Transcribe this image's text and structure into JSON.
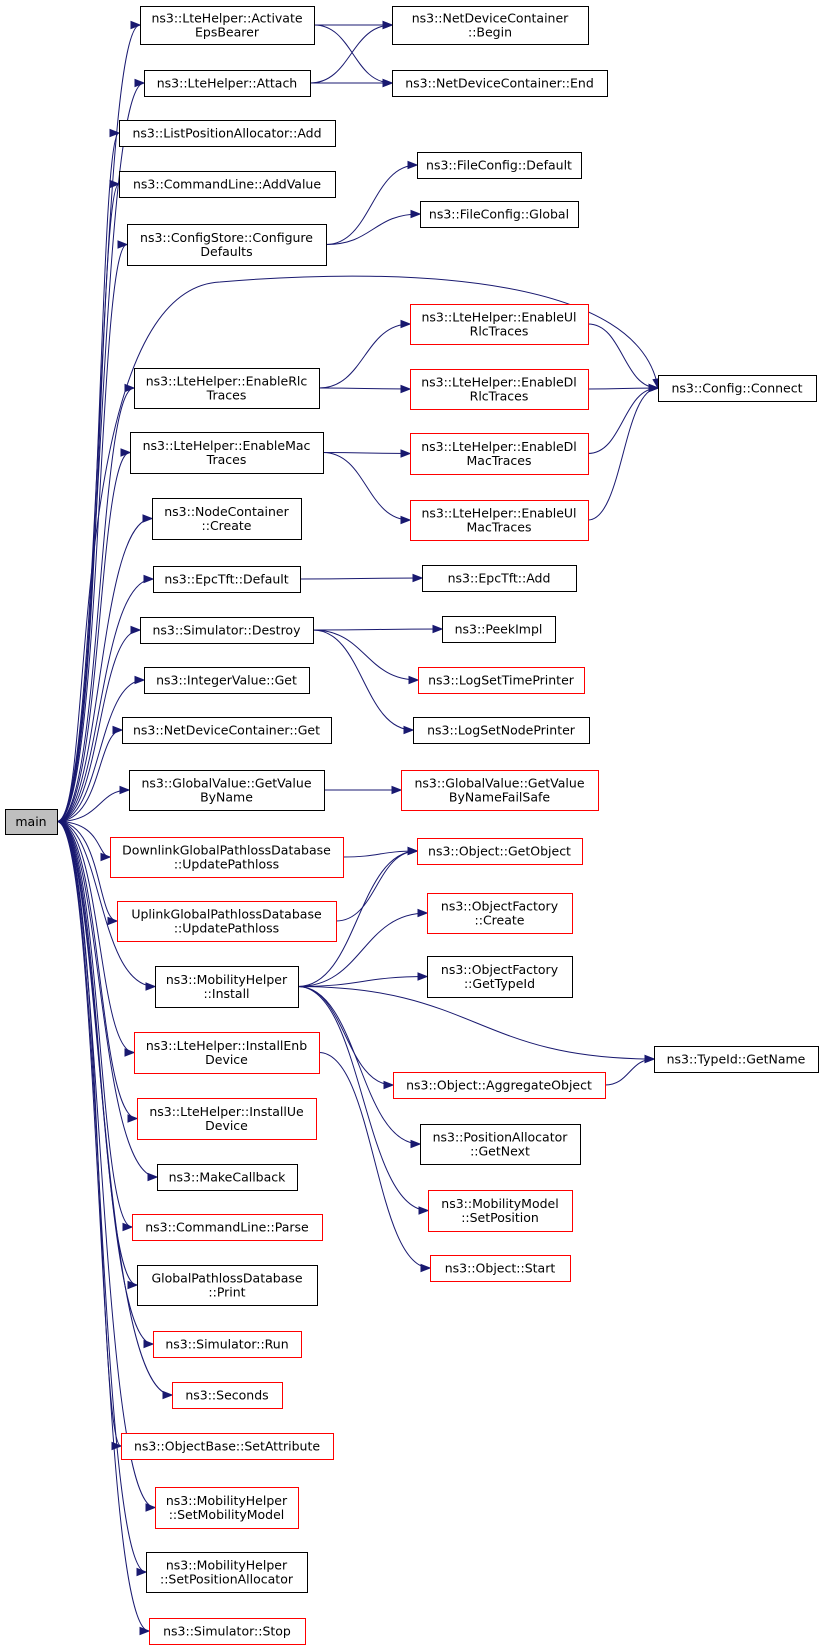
{
  "diagram": {
    "type": "call-graph",
    "colors": {
      "edge": "#191970",
      "border": "#000000",
      "border_linked": "#ff0000",
      "root_fill": "#bfbfbf"
    },
    "nodes": [
      {
        "id": "main",
        "lines": [
          "main"
        ],
        "style": "root"
      },
      {
        "id": "activate",
        "lines": [
          "ns3::LteHelper::Activate",
          "EpsBearer"
        ],
        "style": "black"
      },
      {
        "id": "attach",
        "lines": [
          "ns3::LteHelper::Attach"
        ],
        "style": "black"
      },
      {
        "id": "lpa_add",
        "lines": [
          "ns3::ListPositionAllocator::Add"
        ],
        "style": "black"
      },
      {
        "id": "addvalue",
        "lines": [
          "ns3::CommandLine::AddValue"
        ],
        "style": "black"
      },
      {
        "id": "cfgdefaults",
        "lines": [
          "ns3::ConfigStore::Configure",
          "Defaults"
        ],
        "style": "black"
      },
      {
        "id": "enrlc",
        "lines": [
          "ns3::LteHelper::EnableRlc",
          "Traces"
        ],
        "style": "black"
      },
      {
        "id": "enmac",
        "lines": [
          "ns3::LteHelper::EnableMac",
          "Traces"
        ],
        "style": "black"
      },
      {
        "id": "nc_create",
        "lines": [
          "ns3::NodeContainer",
          "::Create"
        ],
        "style": "black"
      },
      {
        "id": "tft_default",
        "lines": [
          "ns3::EpcTft::Default"
        ],
        "style": "black"
      },
      {
        "id": "sim_destroy",
        "lines": [
          "ns3::Simulator::Destroy"
        ],
        "style": "black"
      },
      {
        "id": "int_get",
        "lines": [
          "ns3::IntegerValue::Get"
        ],
        "style": "black"
      },
      {
        "id": "ndc_get",
        "lines": [
          "ns3::NetDeviceContainer::Get"
        ],
        "style": "black"
      },
      {
        "id": "gv_getbyname",
        "lines": [
          "ns3::GlobalValue::GetValue",
          "ByName"
        ],
        "style": "black"
      },
      {
        "id": "dl_upd",
        "lines": [
          "DownlinkGlobalPathlossDatabase",
          "::UpdatePathloss"
        ],
        "style": "red"
      },
      {
        "id": "ul_upd",
        "lines": [
          "UplinkGlobalPathlossDatabase",
          "::UpdatePathloss"
        ],
        "style": "red"
      },
      {
        "id": "mob_install",
        "lines": [
          "ns3::MobilityHelper",
          "::Install"
        ],
        "style": "black"
      },
      {
        "id": "inst_enb",
        "lines": [
          "ns3::LteHelper::InstallEnb",
          "Device"
        ],
        "style": "red"
      },
      {
        "id": "inst_ue",
        "lines": [
          "ns3::LteHelper::InstallUe",
          "Device"
        ],
        "style": "red"
      },
      {
        "id": "makecb",
        "lines": [
          "ns3::MakeCallback"
        ],
        "style": "black"
      },
      {
        "id": "cl_parse",
        "lines": [
          "ns3::CommandLine::Parse"
        ],
        "style": "red"
      },
      {
        "id": "gpd_print",
        "lines": [
          "GlobalPathlossDatabase",
          "::Print"
        ],
        "style": "black"
      },
      {
        "id": "sim_run",
        "lines": [
          "ns3::Simulator::Run"
        ],
        "style": "red"
      },
      {
        "id": "seconds",
        "lines": [
          "ns3::Seconds"
        ],
        "style": "red"
      },
      {
        "id": "ob_setattr",
        "lines": [
          "ns3::ObjectBase::SetAttribute"
        ],
        "style": "red"
      },
      {
        "id": "mh_setmodel",
        "lines": [
          "ns3::MobilityHelper",
          "::SetMobilityModel"
        ],
        "style": "red"
      },
      {
        "id": "mh_setpos",
        "lines": [
          "ns3::MobilityHelper",
          "::SetPositionAllocator"
        ],
        "style": "black"
      },
      {
        "id": "sim_stop",
        "lines": [
          "ns3::Simulator::Stop"
        ],
        "style": "red"
      },
      {
        "id": "ndc_begin",
        "lines": [
          "ns3::NetDeviceContainer",
          "::Begin"
        ],
        "style": "black"
      },
      {
        "id": "ndc_end",
        "lines": [
          "ns3::NetDeviceContainer::End"
        ],
        "style": "black"
      },
      {
        "id": "fc_default",
        "lines": [
          "ns3::FileConfig::Default"
        ],
        "style": "black"
      },
      {
        "id": "fc_global",
        "lines": [
          "ns3::FileConfig::Global"
        ],
        "style": "black"
      },
      {
        "id": "en_ul_rlc",
        "lines": [
          "ns3::LteHelper::EnableUl",
          "RlcTraces"
        ],
        "style": "red"
      },
      {
        "id": "en_dl_rlc",
        "lines": [
          "ns3::LteHelper::EnableDl",
          "RlcTraces"
        ],
        "style": "red"
      },
      {
        "id": "en_dl_mac",
        "lines": [
          "ns3::LteHelper::EnableDl",
          "MacTraces"
        ],
        "style": "red"
      },
      {
        "id": "en_ul_mac",
        "lines": [
          "ns3::LteHelper::EnableUl",
          "MacTraces"
        ],
        "style": "red"
      },
      {
        "id": "tft_add",
        "lines": [
          "ns3::EpcTft::Add"
        ],
        "style": "black"
      },
      {
        "id": "peekimpl",
        "lines": [
          "ns3::PeekImpl"
        ],
        "style": "black"
      },
      {
        "id": "logtime",
        "lines": [
          "ns3::LogSetTimePrinter"
        ],
        "style": "red"
      },
      {
        "id": "lognode",
        "lines": [
          "ns3::LogSetNodePrinter"
        ],
        "style": "black"
      },
      {
        "id": "gv_failsafe",
        "lines": [
          "ns3::GlobalValue::GetValue",
          "ByNameFailSafe"
        ],
        "style": "red"
      },
      {
        "id": "obj_getobj",
        "lines": [
          "ns3::Object::GetObject"
        ],
        "style": "red"
      },
      {
        "id": "of_create",
        "lines": [
          "ns3::ObjectFactory",
          "::Create"
        ],
        "style": "red"
      },
      {
        "id": "of_gettypeid",
        "lines": [
          "ns3::ObjectFactory",
          "::GetTypeId"
        ],
        "style": "black"
      },
      {
        "id": "obj_aggregate",
        "lines": [
          "ns3::Object::AggregateObject"
        ],
        "style": "red"
      },
      {
        "id": "pa_getnext",
        "lines": [
          "ns3::PositionAllocator",
          "::GetNext"
        ],
        "style": "black"
      },
      {
        "id": "mm_setpos",
        "lines": [
          "ns3::MobilityModel",
          "::SetPosition"
        ],
        "style": "red"
      },
      {
        "id": "obj_start",
        "lines": [
          "ns3::Object::Start"
        ],
        "style": "red"
      },
      {
        "id": "cfg_connect",
        "lines": [
          "ns3::Config::Connect"
        ],
        "style": "black"
      },
      {
        "id": "typeid_getname",
        "lines": [
          "ns3::TypeId::GetName"
        ],
        "style": "black"
      }
    ],
    "edges": [
      [
        "main",
        "activate"
      ],
      [
        "main",
        "attach"
      ],
      [
        "main",
        "lpa_add"
      ],
      [
        "main",
        "addvalue"
      ],
      [
        "main",
        "cfgdefaults"
      ],
      [
        "main",
        "cfg_connect"
      ],
      [
        "main",
        "enrlc"
      ],
      [
        "main",
        "enmac"
      ],
      [
        "main",
        "nc_create"
      ],
      [
        "main",
        "tft_default"
      ],
      [
        "main",
        "sim_destroy"
      ],
      [
        "main",
        "int_get"
      ],
      [
        "main",
        "ndc_get"
      ],
      [
        "main",
        "gv_getbyname"
      ],
      [
        "main",
        "dl_upd"
      ],
      [
        "main",
        "ul_upd"
      ],
      [
        "main",
        "mob_install"
      ],
      [
        "main",
        "inst_enb"
      ],
      [
        "main",
        "inst_ue"
      ],
      [
        "main",
        "makecb"
      ],
      [
        "main",
        "cl_parse"
      ],
      [
        "main",
        "gpd_print"
      ],
      [
        "main",
        "sim_run"
      ],
      [
        "main",
        "seconds"
      ],
      [
        "main",
        "ob_setattr"
      ],
      [
        "main",
        "mh_setmodel"
      ],
      [
        "main",
        "mh_setpos"
      ],
      [
        "main",
        "sim_stop"
      ],
      [
        "activate",
        "ndc_begin"
      ],
      [
        "activate",
        "ndc_end"
      ],
      [
        "attach",
        "ndc_begin"
      ],
      [
        "attach",
        "ndc_end"
      ],
      [
        "cfgdefaults",
        "fc_default"
      ],
      [
        "cfgdefaults",
        "fc_global"
      ],
      [
        "enrlc",
        "en_ul_rlc"
      ],
      [
        "enrlc",
        "en_dl_rlc"
      ],
      [
        "enmac",
        "en_dl_mac"
      ],
      [
        "enmac",
        "en_ul_mac"
      ],
      [
        "en_ul_rlc",
        "cfg_connect"
      ],
      [
        "en_dl_rlc",
        "cfg_connect"
      ],
      [
        "en_dl_mac",
        "cfg_connect"
      ],
      [
        "en_ul_mac",
        "cfg_connect"
      ],
      [
        "tft_default",
        "tft_add"
      ],
      [
        "sim_destroy",
        "peekimpl"
      ],
      [
        "sim_destroy",
        "logtime"
      ],
      [
        "sim_destroy",
        "lognode"
      ],
      [
        "gv_getbyname",
        "gv_failsafe"
      ],
      [
        "dl_upd",
        "obj_getobj"
      ],
      [
        "ul_upd",
        "obj_getobj"
      ],
      [
        "mob_install",
        "obj_getobj"
      ],
      [
        "mob_install",
        "of_create"
      ],
      [
        "mob_install",
        "of_gettypeid"
      ],
      [
        "mob_install",
        "typeid_getname"
      ],
      [
        "mob_install",
        "obj_aggregate"
      ],
      [
        "mob_install",
        "pa_getnext"
      ],
      [
        "mob_install",
        "mm_setpos"
      ],
      [
        "inst_enb",
        "obj_start"
      ],
      [
        "obj_aggregate",
        "typeid_getname"
      ]
    ]
  }
}
